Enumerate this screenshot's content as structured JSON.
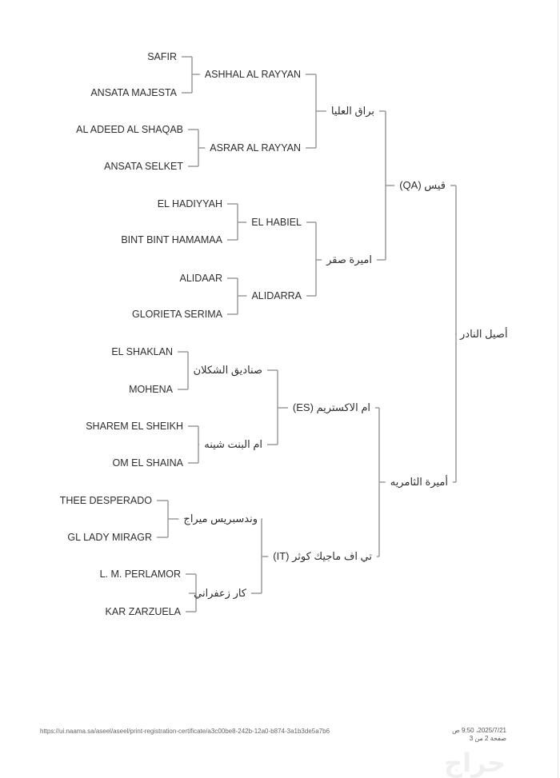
{
  "pedigree": {
    "gen0": [
      "أصيل النادر"
    ],
    "gen1": [
      "قيس (QA)",
      "أميرة الثامريه"
    ],
    "gen2": [
      "براق العليا",
      "اميرة صقر",
      "ام الاكستريم (ES)",
      "تي اف ماجيك كوثر (IT)"
    ],
    "gen3": [
      "ASHHAL AL RAYYAN",
      "ASRAR AL RAYYAN",
      "EL HABIEL",
      "ALIDARRA",
      "صناديق الشكلان",
      "ام البنت شينه",
      "وندسبريس ميراج",
      "كار زعفراني"
    ],
    "gen4": [
      "SAFIR",
      "ANSATA MAJESTA",
      "AL ADEED AL SHAQAB",
      "ANSATA SELKET",
      "EL HADIYYAH",
      "BINT BINT HAMAMAA",
      "ALIDAAR",
      "GLORIETA SERIMA",
      "EL SHAKLAN",
      "MOHENA",
      "SHAREM EL SHEIKH",
      "OM EL SHAINA",
      "THEE DESPERADO",
      "GL LADY MIRAGR",
      "L. M. PERLAMOR",
      "KAR ZARZUELA"
    ]
  },
  "footer": {
    "url": "https://ui.naama.sa/aseel/aseel/print-registration-certificate/a3c00be8-242b-12a0-b874-3a1b3de5a7b6",
    "datetime": "2025/7/21، 9:50 ص",
    "page": "صفحة 2 من 3"
  },
  "watermark": "حراج",
  "colors": {
    "text": "#2e2e2e",
    "lines": "#9a9a9a"
  }
}
